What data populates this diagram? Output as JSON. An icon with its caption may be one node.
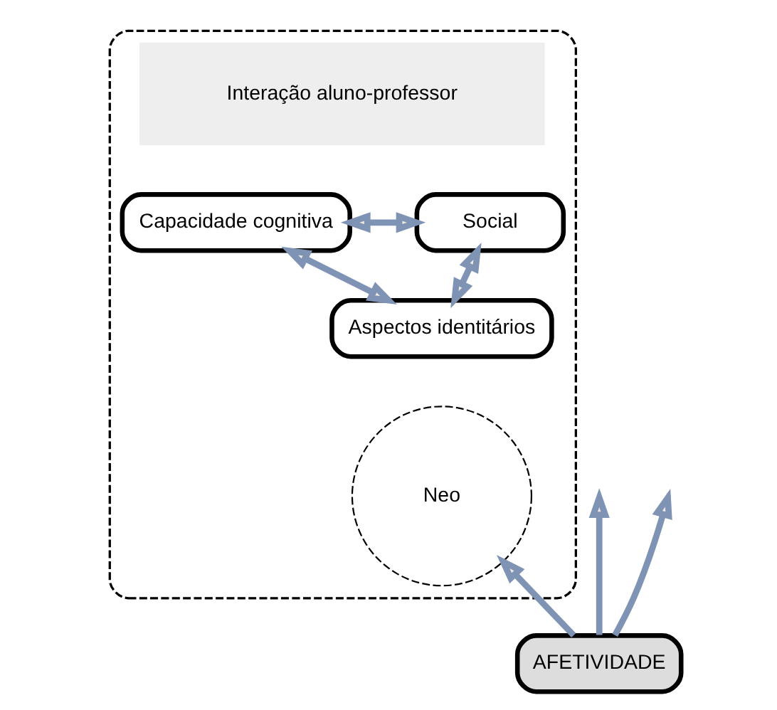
{
  "diagram": {
    "nodes": [
      {
        "text": [],
        "shape": "ellipse"
      },
      {
        "text": [
          "Interação aluno-professor"
        ],
        "in": 0
      },
      {
        "text": [
          "Capacidade cognitiva"
        ],
        "in": 0
      },
      {
        "text": [
          "Social"
        ],
        "in": 0
      },
      {
        "text": [
          "Aspectos identitários"
        ],
        "in": 0
      },
      {
        "text": [
          "Neo"
        ],
        "in": 0
      },
      {
        "text": [
          "AFETIVIDADE"
        ]
      }
    ],
    "edges": [
      {
        "from": 2,
        "to": 3,
        "arrow": "both"
      },
      {
        "from": 4,
        "to": 2,
        "arrow": "both"
      },
      {
        "from": 4,
        "to": 3,
        "arrow": "both"
      },
      {
        "from": 6,
        "to": null,
        "arrow": "to"
      },
      {
        "from": 6,
        "to": 5,
        "arrow": "to"
      },
      {
        "from": 6,
        "to": null,
        "arrow": "to"
      }
    ]
  }
}
